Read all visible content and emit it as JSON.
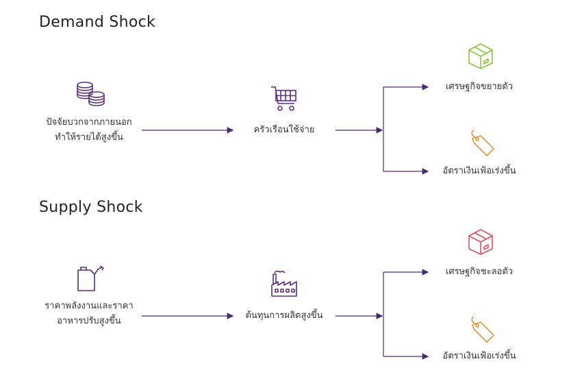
{
  "sections": [
    {
      "title": "Demand Shock",
      "cause": {
        "line1": "ปัจจัยบวกจากภายนอก",
        "line2": "ทำให้รายได้สูงขึ้น",
        "icon": "coins-icon"
      },
      "effect": {
        "label": "ครัวเรือนใช้จ่าย",
        "icon": "shopping-cart-icon"
      },
      "outcomes": [
        {
          "label": "เศรษฐกิจขยายตัว",
          "icon": "box-icon",
          "color": "#8cc63f"
        },
        {
          "label": "อัตราเงินเฟ้อเร่งขึ้น",
          "icon": "price-tag-icon",
          "color": "#e8963c"
        }
      ]
    },
    {
      "title": "Supply Shock",
      "cause": {
        "line1": "ราคาพลังงานและราคา",
        "line2": "อาหารปรับสูงขึ้น",
        "icon": "fuel-can-icon"
      },
      "effect": {
        "label": "ต้นทุนการผลิตสูงขึ้น",
        "icon": "factory-icon"
      },
      "outcomes": [
        {
          "label": "เศรษฐกิจชะลอตัว",
          "icon": "box-icon",
          "color": "#e0505a"
        },
        {
          "label": "อัตราเงินเฟ้อเร่งขึ้น",
          "icon": "price-tag-icon",
          "color": "#e8963c"
        }
      ]
    }
  ],
  "colors": {
    "purple": "#5b2d82",
    "arrow": "#4a2a6e"
  }
}
